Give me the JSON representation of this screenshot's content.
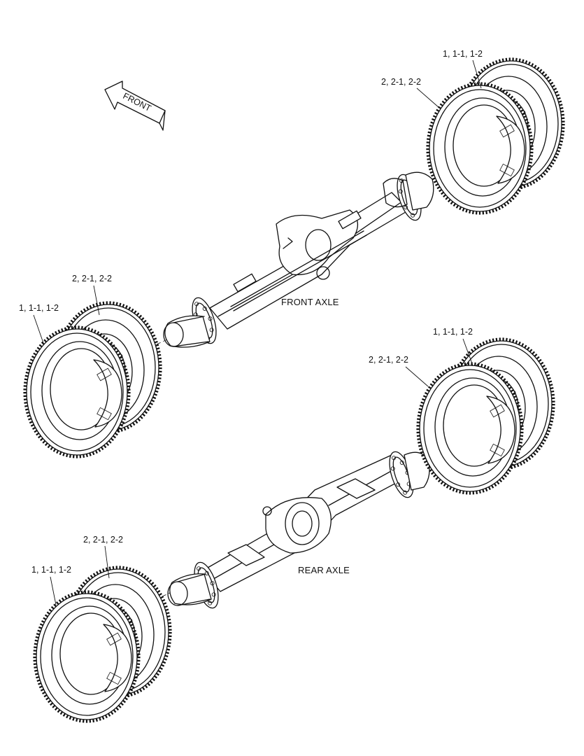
{
  "direction_arrow": {
    "label": "FRONT",
    "icon": "front-direction-arrow-icon"
  },
  "axles": [
    {
      "title": "FRONT AXLE"
    },
    {
      "title": "REAR AXLE"
    }
  ],
  "callouts": {
    "front_right_outer": "1, 1-1, 1-2",
    "front_right_inner": "2, 2-1, 2-2",
    "front_left_inner": "2, 2-1, 2-2",
    "front_left_outer": "1, 1-1, 1-2",
    "rear_right_outer": "1, 1-1, 1-2",
    "rear_right_inner": "2, 2-1, 2-2",
    "rear_left_inner": "2, 2-1, 2-2",
    "rear_left_outer": "1, 1-1, 1-2"
  },
  "colors": {
    "line": "#111111",
    "background": "#ffffff"
  }
}
